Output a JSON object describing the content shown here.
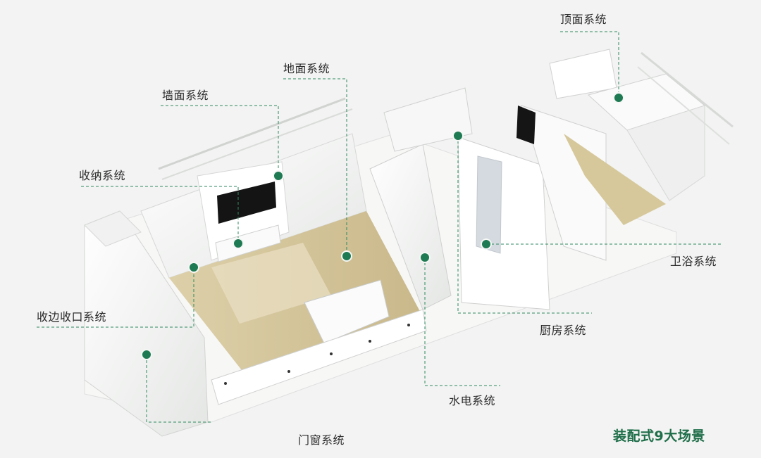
{
  "labels": {
    "ceiling": "顶面系统",
    "floor": "地面系统",
    "wall": "墙面系统",
    "storage": "收纳系统",
    "trim": "收边收口系统",
    "bathroom": "卫浴系统",
    "kitchen": "厨房系统",
    "plumbing_electric": "水电系统",
    "door_window": "门窗系统"
  },
  "caption": "装配式9大场景",
  "colors": {
    "accent": "#1e7a52",
    "caption": "#1f6e4a",
    "floor": "#d8c9a0",
    "wall": "#ffffff"
  }
}
